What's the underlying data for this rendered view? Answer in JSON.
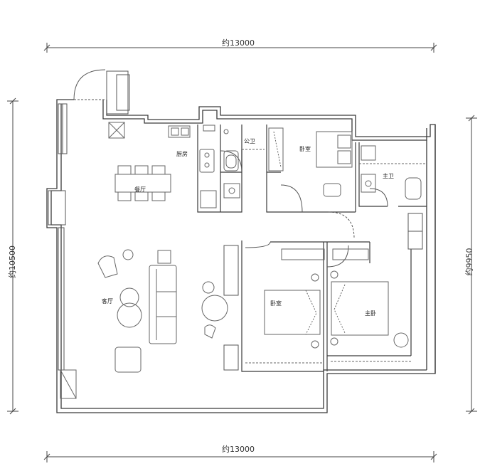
{
  "dimensions": {
    "top": "约13000",
    "bottom": "约13000",
    "left": "约10500",
    "right": "约9950"
  },
  "rooms": {
    "kitchen": "厨房",
    "dining": "餐厅",
    "public_bath": "公卫",
    "bedroom_north": "卧室",
    "master_bath": "主卫",
    "living": "客厅",
    "bedroom_south": "卧室",
    "master_bedroom": "主卧"
  },
  "colors": {
    "wall": "#3a3a3a",
    "line": "#555555",
    "furniture": "#666666"
  }
}
